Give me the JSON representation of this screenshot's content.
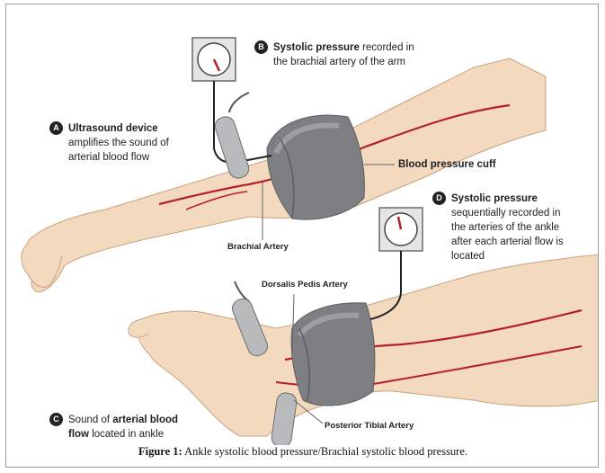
{
  "callouts": {
    "a": {
      "letter": "A",
      "title": "Ultrasound device",
      "line1": "amplifies the sound of",
      "line2": "arterial blood flow"
    },
    "b": {
      "letter": "B",
      "title": "Systolic pressure",
      "rest": " recorded in",
      "line2": "the brachial artery of the arm"
    },
    "c": {
      "letter": "C",
      "prefix": "Sound of ",
      "bold": "arterial blood",
      "line2_bold": "flow",
      "line2_rest": " located in ankle"
    },
    "d": {
      "letter": "D",
      "title": "Systolic pressure",
      "line1": "sequentially recorded in",
      "line2": "the arteries of the ankle",
      "line3": "after each arterial flow is",
      "line4": "located"
    }
  },
  "labels": {
    "cuff": "Blood pressure cuff",
    "brachial": "Brachial Artery",
    "dorsalis": "Dorsalis Pedis Artery",
    "tibial": "Posterior Tibial Artery"
  },
  "caption": {
    "prefix": "Figure 1:",
    "text": " Ankle systolic blood pressure/Brachial systolic blood pressure."
  },
  "colors": {
    "skin": "#f3d9bd",
    "skin_shadow": "#e2bf9c",
    "artery": "#b3202a",
    "cuff": "#7d7f82",
    "cuff_light": "#9c9ea1",
    "probe": "#b9babc"
  }
}
